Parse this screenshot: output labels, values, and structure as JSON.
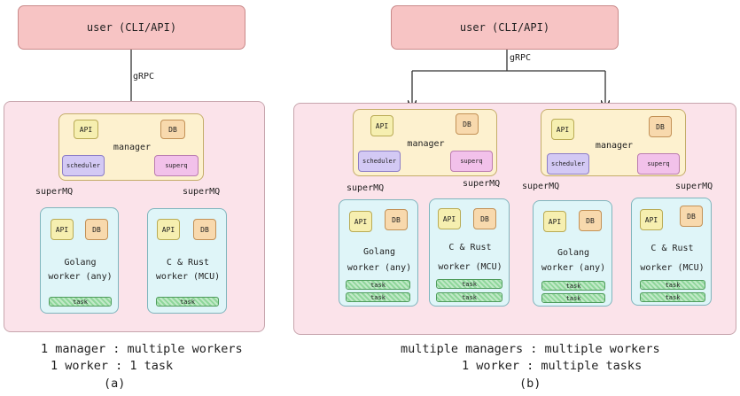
{
  "labels": {
    "user": "user (CLI/API)",
    "grpc": "gRPC",
    "manager": "manager",
    "api": "API",
    "db": "DB",
    "scheduler": "scheduler",
    "superq": "superq",
    "supermq": "superMQ",
    "golang": "Golang",
    "worker_any": "worker (any)",
    "crust": "C & Rust",
    "worker_mcu": "worker (MCU)",
    "task": "task"
  },
  "captions": {
    "a_line1": "1 manager : multiple workers",
    "a_line2": "1 worker : 1 task",
    "a_tag": "(a)",
    "b_line1": "multiple managers : multiple workers",
    "b_line2": "1 worker : multiple tasks",
    "b_tag": "(b)"
  },
  "colors": {
    "user": "#f7c4c4",
    "panel": "#fbe3ea",
    "manager": "#fdf1cf",
    "worker": "#dff5f8",
    "api": "#f6efb0",
    "db": "#f8d9ad",
    "scheduler": "#d3c9f4",
    "superq": "#f2c1ea",
    "task": "#8fd79b"
  }
}
